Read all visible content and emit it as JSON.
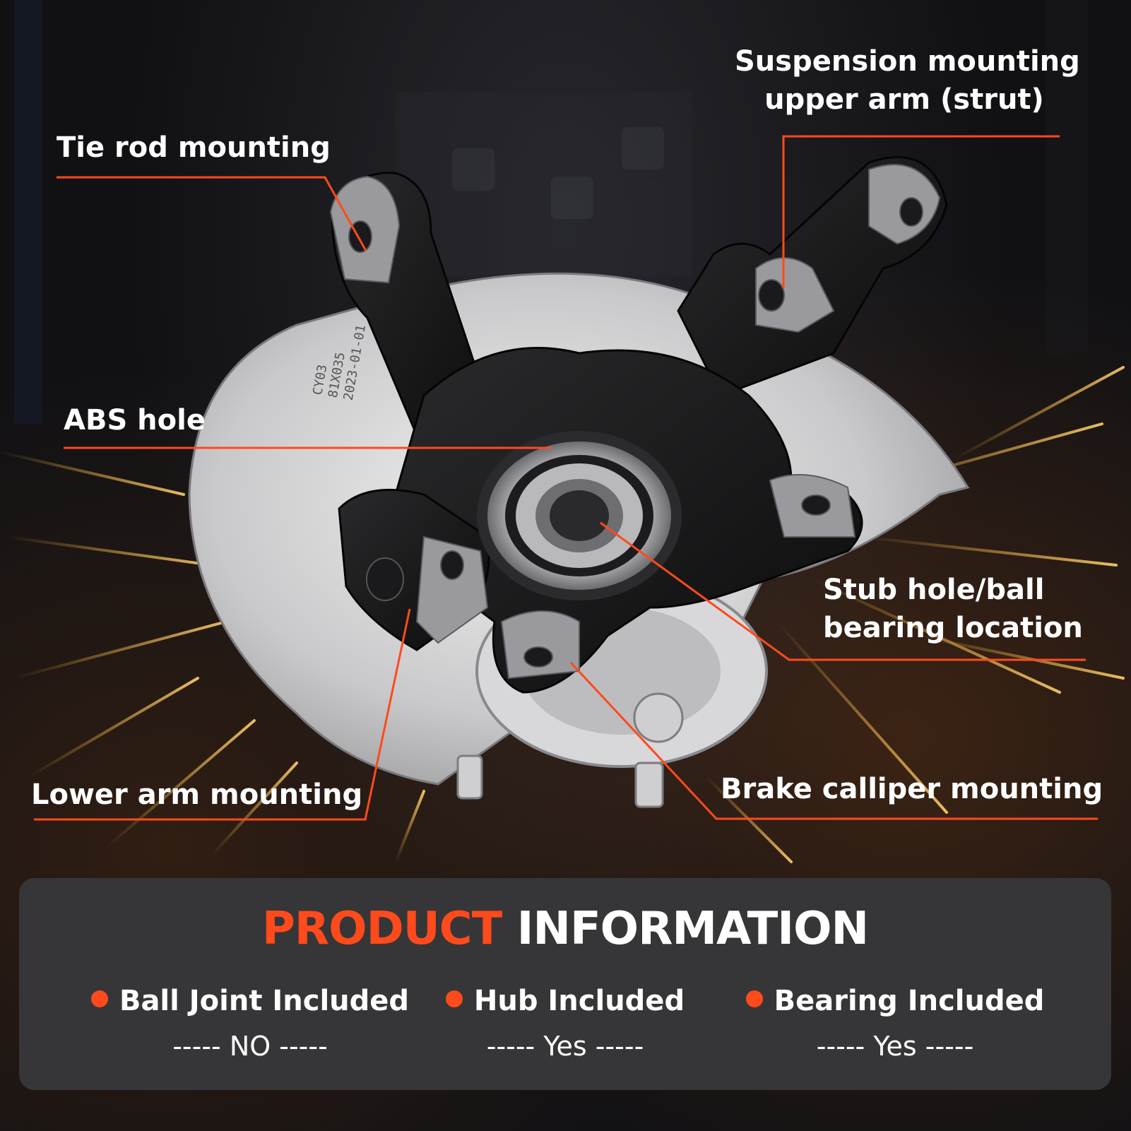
{
  "callouts": {
    "tie_rod": "Tie rod mounting",
    "suspension_line1": "Suspension mounting",
    "suspension_line2": "upper arm (strut)",
    "abs": "ABS hole",
    "stub_line1": "Stub hole/ball",
    "stub_line2": "bearing location",
    "lower_arm": "Lower arm mounting",
    "brake": "Brake calliper mounting"
  },
  "product_info": {
    "title_accent": "PRODUCT",
    "title_main": "INFORMATION",
    "features": [
      {
        "name": "Ball Joint Included",
        "value": "----- NO -----"
      },
      {
        "name": "Hub Included",
        "value": "----- Yes -----"
      },
      {
        "name": "Bearing Included",
        "value": "----- Yes -----"
      }
    ]
  },
  "knuckle_markings": {
    "line1": "CY03",
    "line2": "81X035",
    "line3": "2023-01-01"
  },
  "colors": {
    "accent": "#ff4a1c",
    "panel": "#363638",
    "text": "#ffffff"
  }
}
